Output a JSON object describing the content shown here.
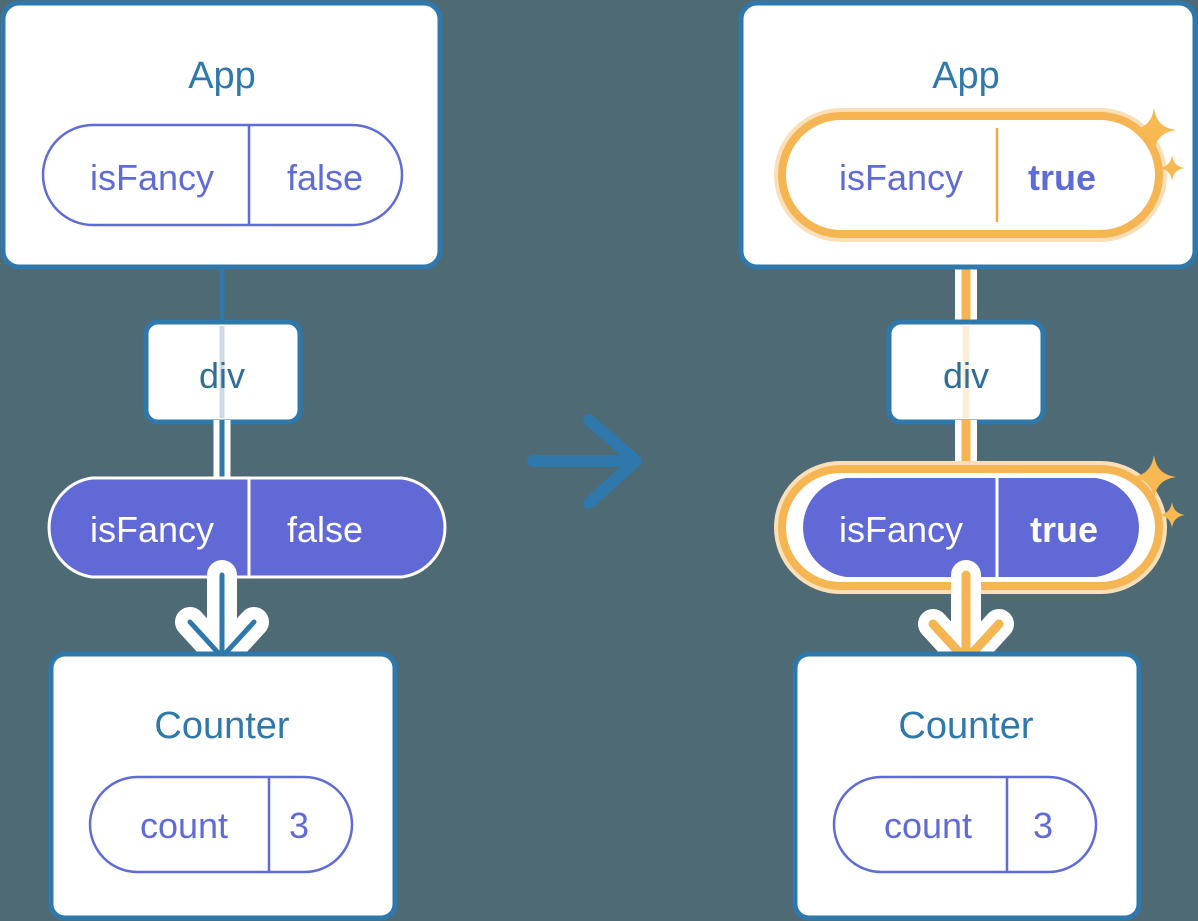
{
  "diagram": {
    "type": "react-state-propagation",
    "background_color": "#4d6a75",
    "transition_arrow": {
      "icon": "arrow-right-icon",
      "color": "#2e78ab"
    },
    "panels": [
      {
        "id": "before",
        "state": "initial",
        "highlight": false,
        "components": [
          {
            "id": "app",
            "title": "App",
            "title_color": "#2e78ab",
            "box_border_color": "#2e78ab",
            "box_fill": "#ffffff",
            "pill": {
              "name": "isFancy",
              "value": "false",
              "style": "outline",
              "text_color": "#5f6cd8",
              "border_color": "#5f6cd8",
              "highlighted": false,
              "bold_value": false
            }
          },
          {
            "id": "div",
            "title": "div",
            "title_color": "#2e6f99",
            "box_border_color": "#2e78ab",
            "box_fill": "#ffffff"
          },
          {
            "id": "prop",
            "pill": {
              "name": "isFancy",
              "value": "false",
              "style": "filled",
              "fill_color": "#6169d6",
              "text_color": "#ffffff",
              "highlighted": false,
              "bold_value": false
            }
          },
          {
            "id": "counter",
            "title": "Counter",
            "title_color": "#2e78ab",
            "box_border_color": "#2e78ab",
            "box_fill": "#ffffff",
            "pill": {
              "name": "count",
              "value": "3",
              "style": "outline",
              "text_color": "#5f6cd8",
              "border_color": "#5f6cd8",
              "highlighted": false,
              "bold_value": false
            }
          }
        ],
        "connectors": {
          "color": "#2e78ab",
          "halo_color": "#ffffff"
        }
      },
      {
        "id": "after",
        "state": "updated",
        "highlight": true,
        "sparkles": [
          {
            "id": "sparkle-app",
            "color": "#f8b953"
          },
          {
            "id": "sparkle-prop",
            "color": "#f8b953"
          }
        ],
        "components": [
          {
            "id": "app",
            "title": "App",
            "title_color": "#2e78ab",
            "box_border_color": "#2e78ab",
            "box_fill": "#ffffff",
            "pill": {
              "name": "isFancy",
              "value": "true",
              "style": "outline",
              "text_color": "#5f6cd8",
              "border_color": "#f5b553",
              "highlighted": true,
              "halo_color": "#fbdfb8",
              "ring_color": "#f5b553",
              "bold_value": true
            }
          },
          {
            "id": "div",
            "title": "div",
            "title_color": "#2e6f99",
            "box_border_color": "#2e78ab",
            "box_fill": "#ffffff"
          },
          {
            "id": "prop",
            "pill": {
              "name": "isFancy",
              "value": "true",
              "style": "filled",
              "fill_color": "#6169d6",
              "text_color": "#ffffff",
              "highlighted": true,
              "halo_color": "#fbdfb8",
              "ring_color": "#f5b553",
              "bold_value": true
            }
          },
          {
            "id": "counter",
            "title": "Counter",
            "title_color": "#2e78ab",
            "box_border_color": "#2e78ab",
            "box_fill": "#ffffff",
            "pill": {
              "name": "count",
              "value": "3",
              "style": "outline",
              "text_color": "#5f6cd8",
              "border_color": "#5f6cd8",
              "highlighted": false,
              "bold_value": false
            }
          }
        ],
        "connectors": {
          "color": "#f5b553",
          "halo_color": "#ffffff"
        }
      }
    ]
  }
}
